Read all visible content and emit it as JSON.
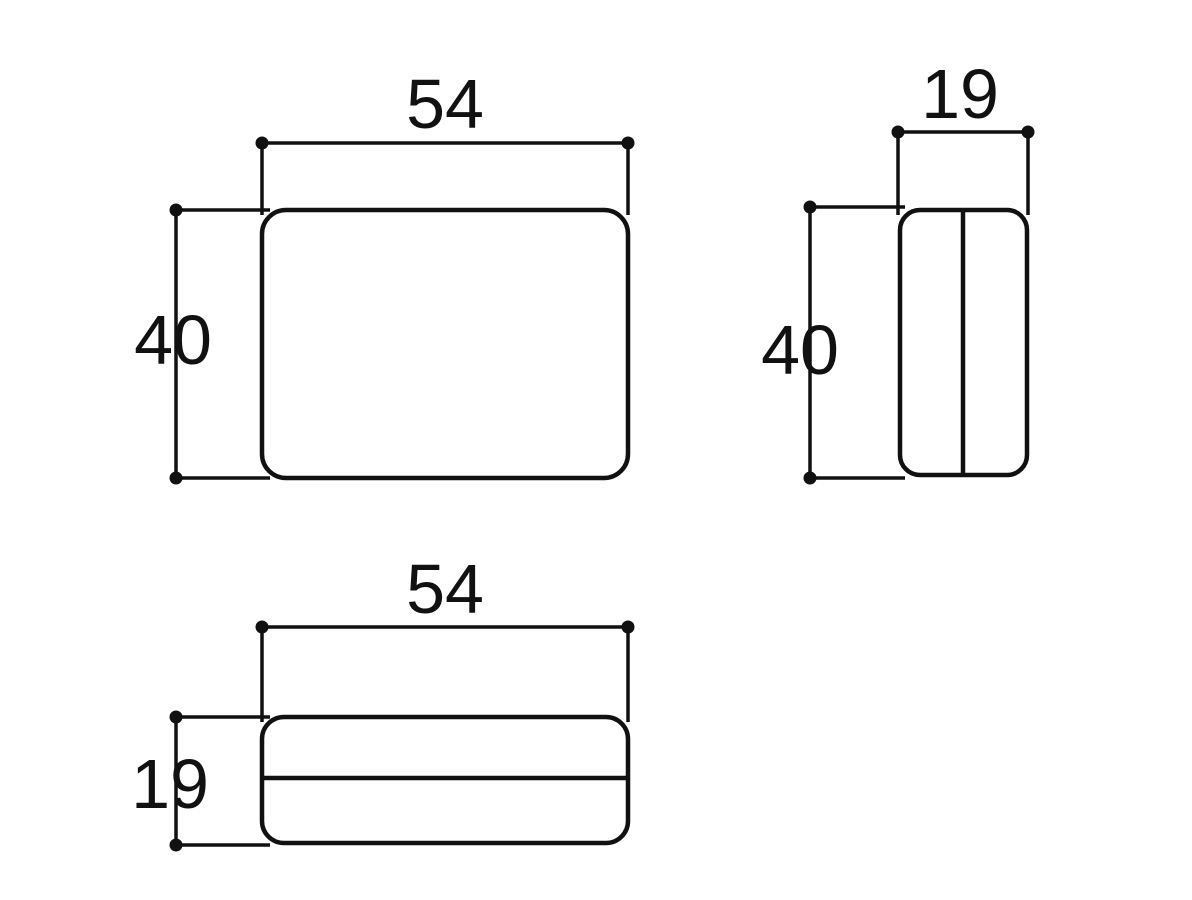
{
  "views": {
    "front": {
      "width_label": "54",
      "height_label": "40"
    },
    "side": {
      "width_label": "19",
      "height_label": "40"
    },
    "top": {
      "width_label": "54",
      "height_label": "19"
    }
  },
  "colors": {
    "line": "#111111",
    "background": "#ffffff"
  }
}
